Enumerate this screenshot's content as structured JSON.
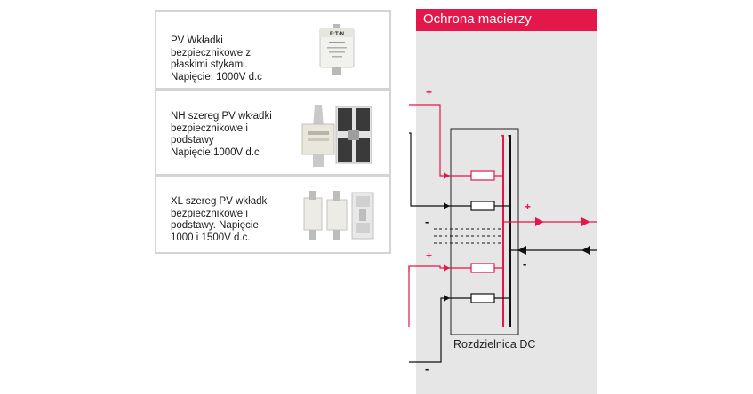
{
  "products": [
    {
      "text": "PV Wkładki\nbezpiecznikowe z\npłaskimi stykami.\nNapięcie: 1000V d.c",
      "image_icon": "flat-contact-fuse-icon",
      "brand": "E:T·N"
    },
    {
      "text": "NH szereg PV wkładki\nbezpiecznikowe i\npodstawy\nNapięcie:1000V d.c",
      "image_icon": "nh-fuse-with-base-icon"
    },
    {
      "text": "XL szereg PV wkładki\nbezpiecznikowe i\npodstawy. Napięcie\n1000 i 1500V d.c.",
      "image_icon": "xl-fuse-set-icon"
    }
  ],
  "diagram": {
    "title": "Ochrona macierzy",
    "box_label": "Rozdzielnica DC",
    "plus": "+",
    "minus": "-",
    "colors": {
      "header": "#e4174a",
      "positive": "#e4174a",
      "negative": "#111111",
      "panel": "#e6e6e6"
    }
  }
}
